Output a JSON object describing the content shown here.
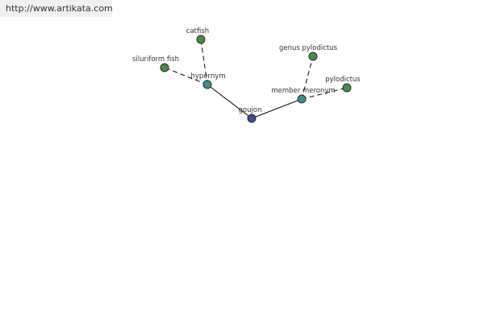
{
  "banner": {
    "url": "http://www.artikata.com"
  },
  "colors": {
    "root": "#3d4d8f",
    "relation": "#3f8f8a",
    "leaf": "#4a8a4a"
  },
  "graph": {
    "nodes": {
      "goujon": {
        "label": "goujon",
        "kind": "root"
      },
      "hypernym": {
        "label": "hypernym",
        "kind": "relation"
      },
      "member_meronym": {
        "label": "member meronym",
        "kind": "relation"
      },
      "catfish": {
        "label": "catfish",
        "kind": "leaf"
      },
      "siluriform_fish": {
        "label": "siluriform fish",
        "kind": "leaf"
      },
      "genus_pylodictus": {
        "label": "genus pylodictus",
        "kind": "leaf"
      },
      "pylodictus": {
        "label": "pylodictus",
        "kind": "leaf"
      }
    },
    "edges": [
      {
        "from": "goujon",
        "to": "hypernym",
        "style": "solid"
      },
      {
        "from": "goujon",
        "to": "member_meronym",
        "style": "solid"
      },
      {
        "from": "hypernym",
        "to": "catfish",
        "style": "dashed"
      },
      {
        "from": "hypernym",
        "to": "siluriform_fish",
        "style": "dashed"
      },
      {
        "from": "member_meronym",
        "to": "genus_pylodictus",
        "style": "dashed"
      },
      {
        "from": "member_meronym",
        "to": "pylodictus",
        "style": "dashed"
      }
    ]
  }
}
